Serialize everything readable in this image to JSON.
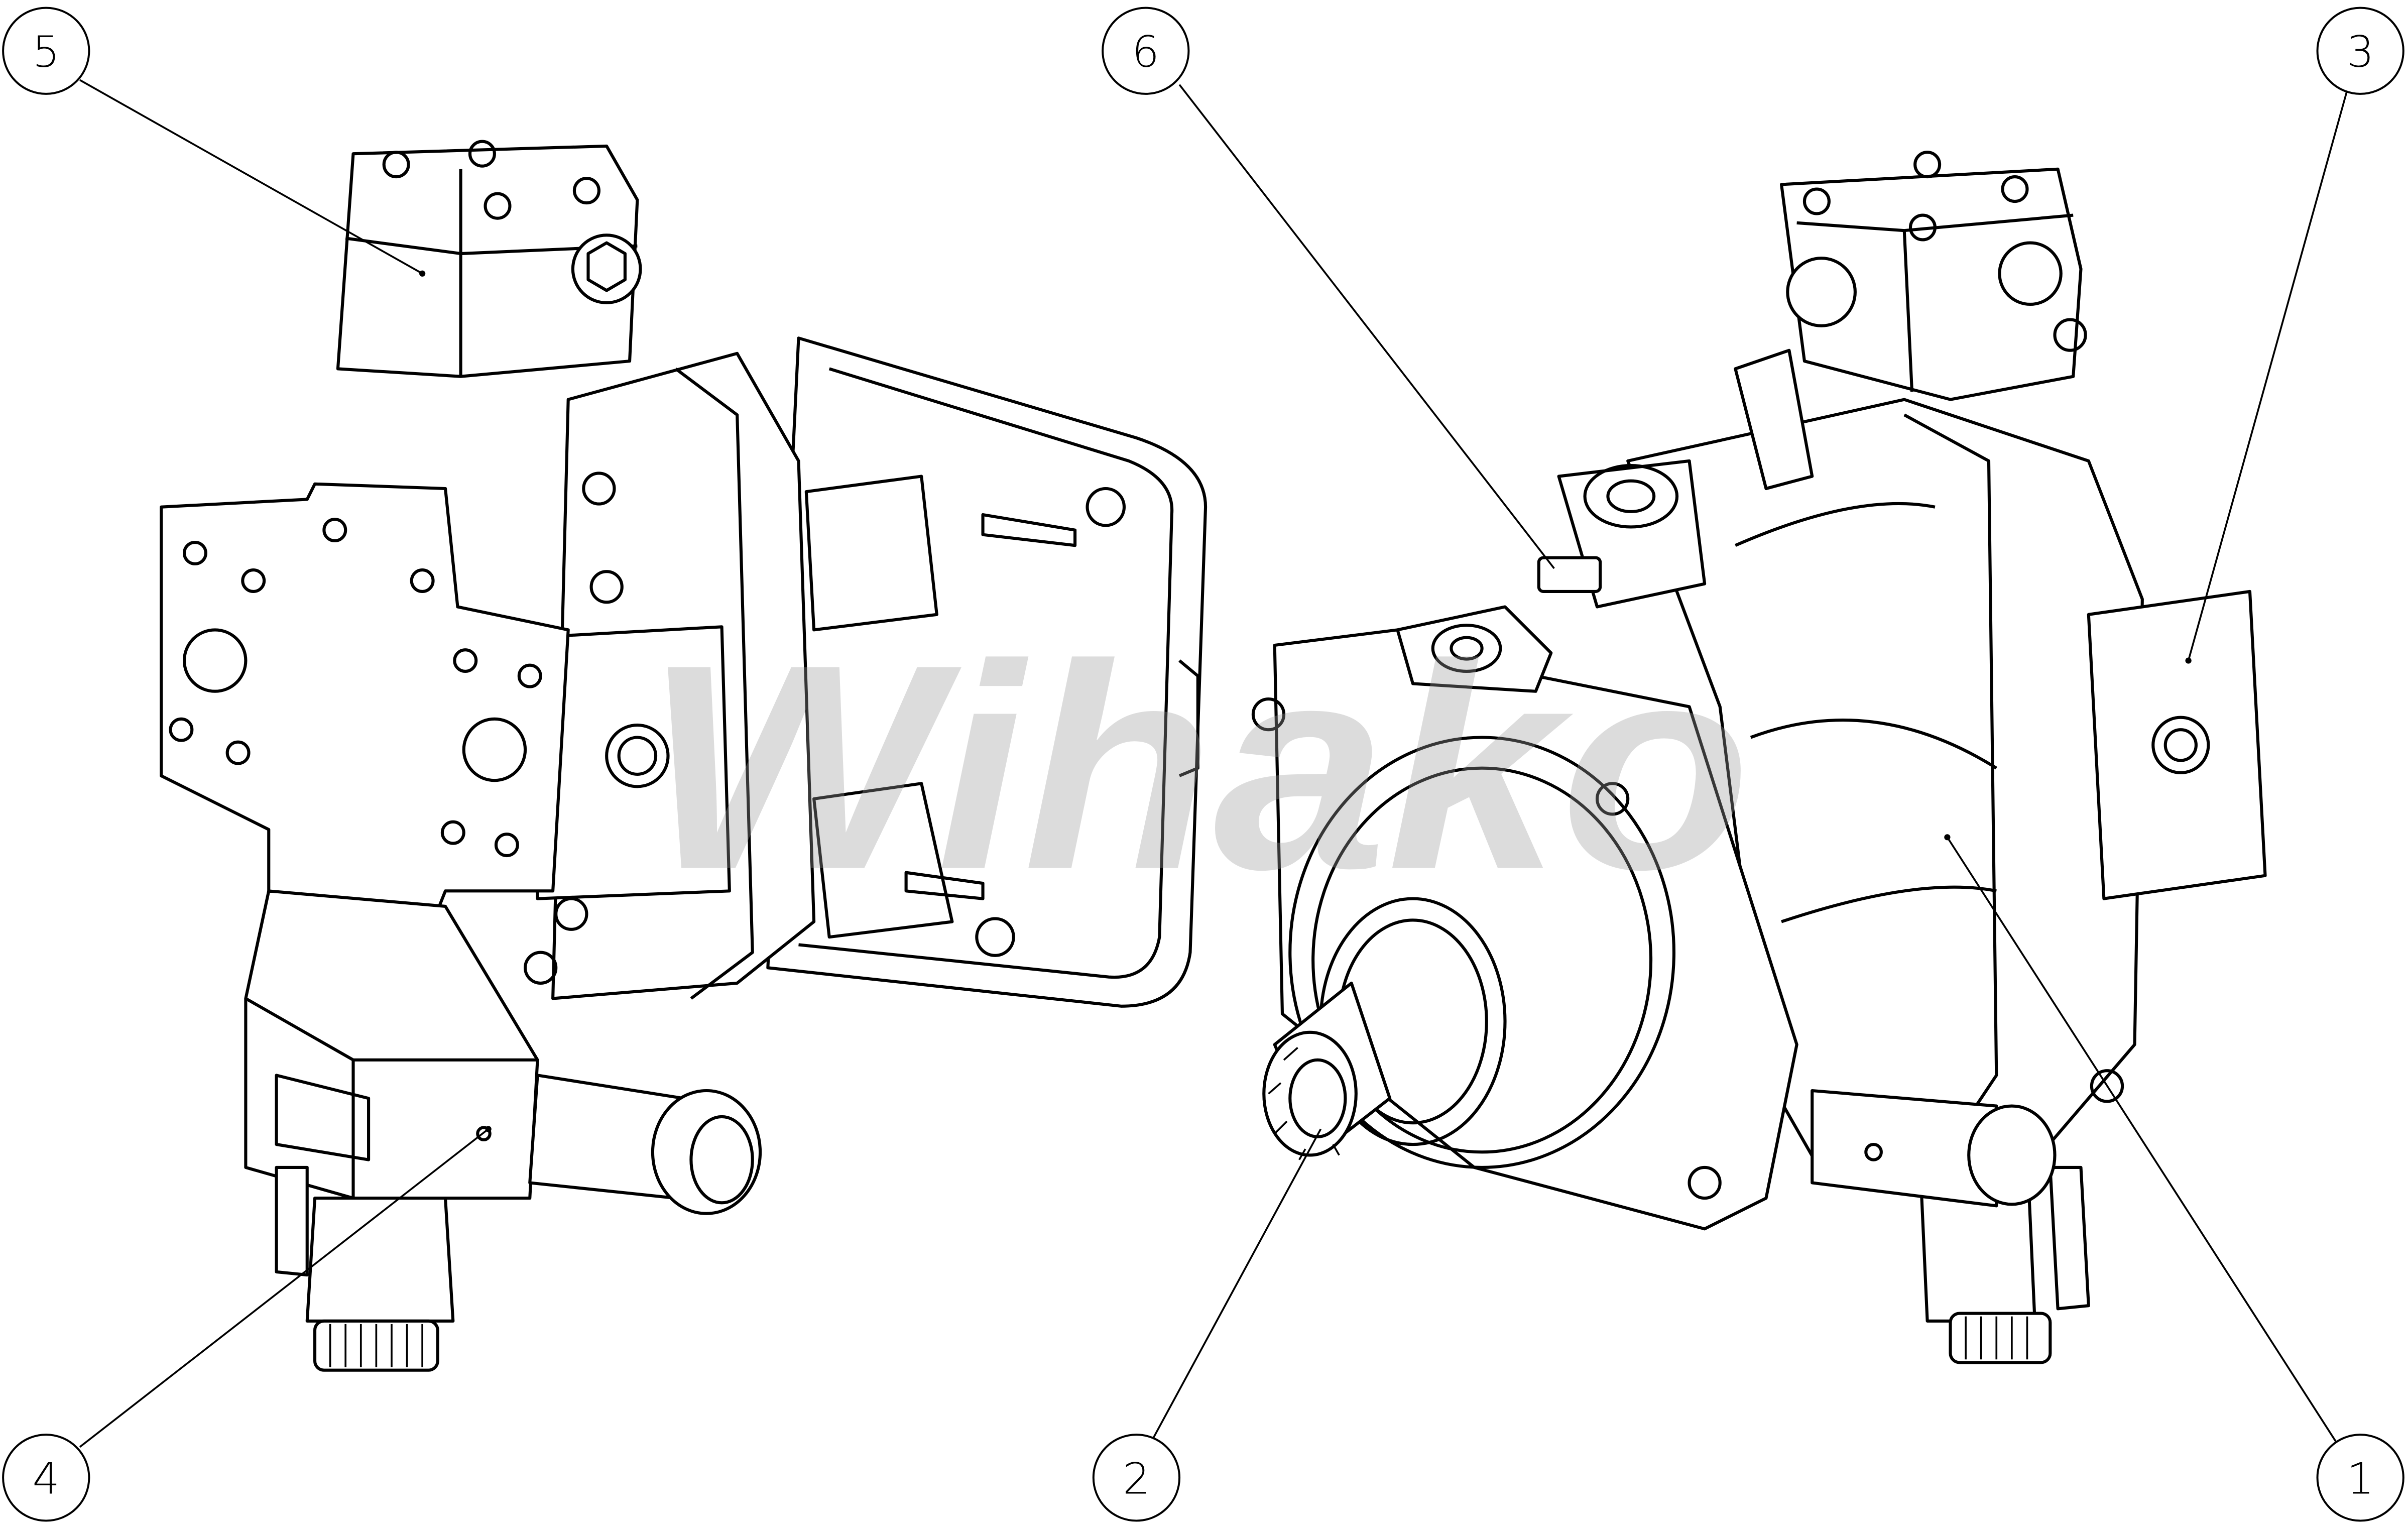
{
  "watermark": "Wihako",
  "callouts": [
    {
      "label": "1"
    },
    {
      "label": "2"
    },
    {
      "label": "3"
    },
    {
      "label": "4"
    },
    {
      "label": "5"
    },
    {
      "label": "6"
    }
  ],
  "colors": {
    "line": "#000000",
    "background": "#ffffff"
  }
}
